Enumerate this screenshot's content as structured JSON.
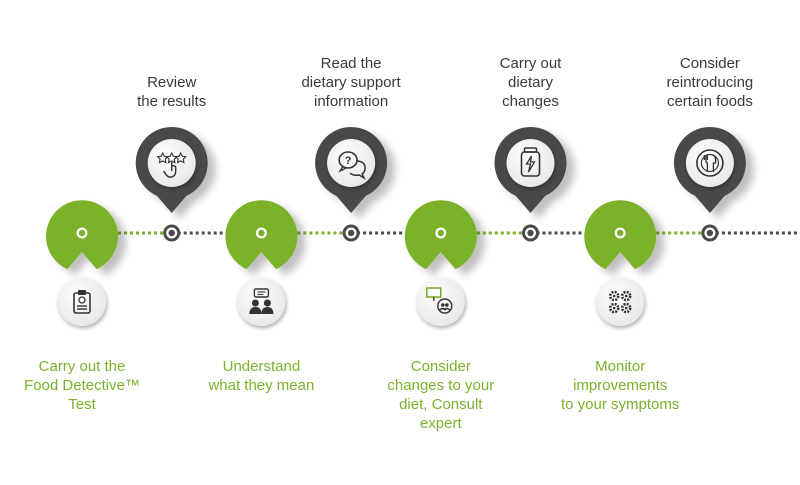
{
  "colors": {
    "green": "#7bb12a",
    "dark": "#4a4a4a",
    "label_dark": "#3a3a3a",
    "bubble_inner": "#f4f4f4"
  },
  "steps": [
    {
      "label": "Carry out the\nFood Detective™\nTest",
      "position": "bottom",
      "color": "green",
      "icon": "clipboard-icon"
    },
    {
      "label": "Review\nthe results",
      "position": "top",
      "color": "dark",
      "icon": "rating-tap-icon"
    },
    {
      "label": "Understand\nwhat they mean",
      "position": "bottom",
      "color": "green",
      "icon": "consultation-icon"
    },
    {
      "label": "Read the\ndietary support\ninformation",
      "position": "top",
      "color": "dark",
      "icon": "question-chat-icon"
    },
    {
      "label": "Consider\nchanges to your\ndiet, Consult\nexpert",
      "position": "bottom",
      "color": "green",
      "icon": "presentation-expert-icon"
    },
    {
      "label": "Carry out\ndietary\nchanges",
      "position": "top",
      "color": "dark",
      "icon": "energy-jar-icon"
    },
    {
      "label": "Monitor\nimprovements\nto your symptoms",
      "position": "bottom",
      "color": "green",
      "icon": "gears-icon"
    },
    {
      "label": "Consider\nreintroducing\ncertain foods",
      "position": "top",
      "color": "dark",
      "icon": "plate-cutlery-icon"
    }
  ]
}
